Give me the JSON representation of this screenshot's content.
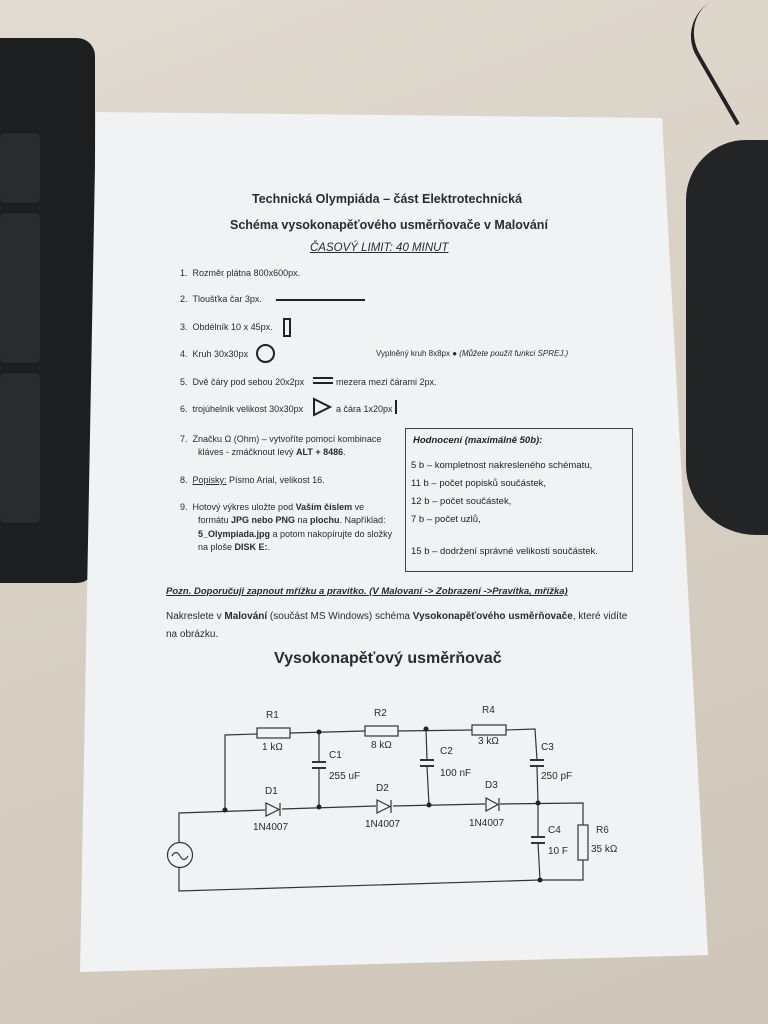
{
  "header": {
    "title": "Technická Olympiáda – část Elektrotechnická",
    "subtitle": "Schéma vysokonapěťového usměrňovače v Malování",
    "time_limit": "ČASOVÝ LIMIT: 40 MINUT"
  },
  "instructions": [
    {
      "num": "1.",
      "text": "Rozměr plátna 800x600px."
    },
    {
      "num": "2.",
      "text": "Tloušťka čar 3px."
    },
    {
      "num": "3.",
      "text": "Obdélník 10 x 45px."
    },
    {
      "num": "4.",
      "text": "Kruh 30x30px",
      "extra": "Vyplněný kruh 8x8px",
      "note": "(Můžete použít funkci SPREJ.)"
    },
    {
      "num": "5.",
      "text": "Dvě čáry pod sebou 20x2px",
      "extra": "mezera mezi čárami 2px."
    },
    {
      "num": "6.",
      "text": "trojúhelník velikost 30x30px",
      "extra": "a čára 1x20px"
    },
    {
      "num": "7.",
      "text": "Značku  Ω (Ohm) – vytvoříte pomocí kombinace",
      "line2": "kláves  -  zmáčknout levý ",
      "line2_bold": "ALT + 8486",
      "line2_end": "."
    },
    {
      "num": "8.",
      "label": "Popisky:",
      "text": " Písmo Arial, velikost 16."
    },
    {
      "num": "9.",
      "line1": "Hotový výkres uložte pod ",
      "line1_bold": "Vaším číslem",
      "line1_end": " ve",
      "line2": "formátu ",
      "line2_bold": "JPG nebo PNG",
      "line2_mid": " na ",
      "line2_bold2": "plochu",
      "line2_end": ".  Například:",
      "line3_bold": "5_Olympiada.jpg",
      "line3_end": " a potom nakopírujte do složky",
      "line4": "na ploše ",
      "line4_bold": "DISK E:",
      "line4_end": "."
    }
  ],
  "scoring": {
    "title": "Hodnocení (maximálně 50b):",
    "items": [
      " 5 b – kompletnost nakresleného schématu,",
      "11 b – počet popisků součástek,",
      "12 b – počet součástek,",
      " 7 b – počet uzlů,",
      "15 b – dodržení správné velikosti součástek."
    ]
  },
  "note": "Pozn. Doporučuji zapnout mřížku a pravítko. (V Malovaní -> Zobrazení ->Pravítka, mřížka)",
  "task": {
    "p1": "Nakreslete v ",
    "b1": "Malování",
    "p2": " (součást MS Windows) schéma ",
    "b2": "Vysokonapěťového usměrňovače",
    "p3": ", které vidíte",
    "p4": "na obrázku."
  },
  "circuit": {
    "title": "Vysokonapěťový usměrňovač",
    "components": [
      {
        "name": "R1",
        "value": "1 kΩ"
      },
      {
        "name": "R2",
        "value": "8 kΩ"
      },
      {
        "name": "R4",
        "value": "3 kΩ"
      },
      {
        "name": "C1",
        "value": "255 uF"
      },
      {
        "name": "C2",
        "value": "100 nF"
      },
      {
        "name": "C3",
        "value": "250 pF"
      },
      {
        "name": "C4",
        "value": "10 F"
      },
      {
        "name": "R6",
        "value": "35 kΩ"
      },
      {
        "name": "D1",
        "value": "1N4007"
      },
      {
        "name": "D2",
        "value": "1N4007"
      },
      {
        "name": "D3",
        "value": "1N4007"
      }
    ]
  }
}
